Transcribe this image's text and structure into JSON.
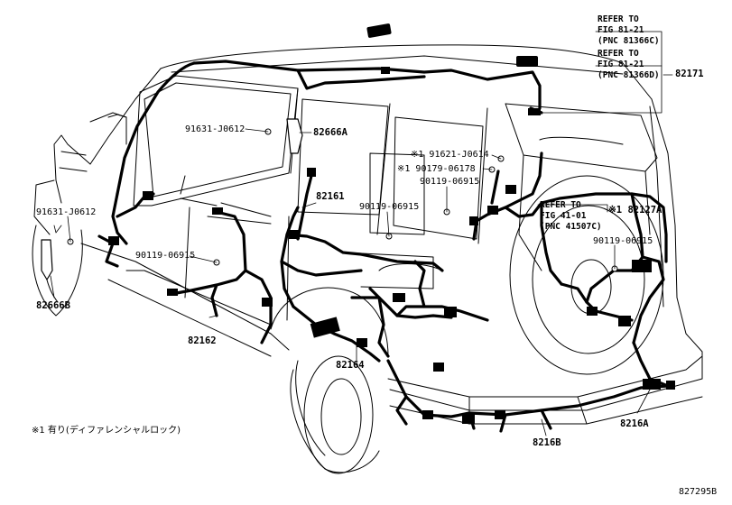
{
  "labels": {
    "refer_a": [
      "REFER TO",
      "FIG 81-21",
      "(PNC 81366C)"
    ],
    "refer_b": [
      "REFER TO",
      "FIG 81-21",
      "(PNC 81366D)"
    ],
    "refer_c": [
      "REFER TO",
      "FIG 41-01",
      "(PNC 41507C)"
    ],
    "p82171": "82171",
    "p91631_a": "91631-J0612",
    "p82666A": "82666A",
    "p91621": "※1 91621-J0614",
    "p90179": "※1 90179-06178",
    "p90119_a": "90119-06915",
    "p82161": "82161",
    "p90119_b": "90119-06915",
    "p82127A": "※1 82127A",
    "p91631_b": "91631-J0612",
    "p90119_c": "90119-06915",
    "p90119_d": "90119-06915",
    "p82666B": "82666B",
    "p82162": "82162",
    "p82164": "82164",
    "p8216A": "8216A",
    "p8216B": "8216B",
    "note": "※1 有り(ディファレンシャルロック)",
    "code": "827295B"
  }
}
